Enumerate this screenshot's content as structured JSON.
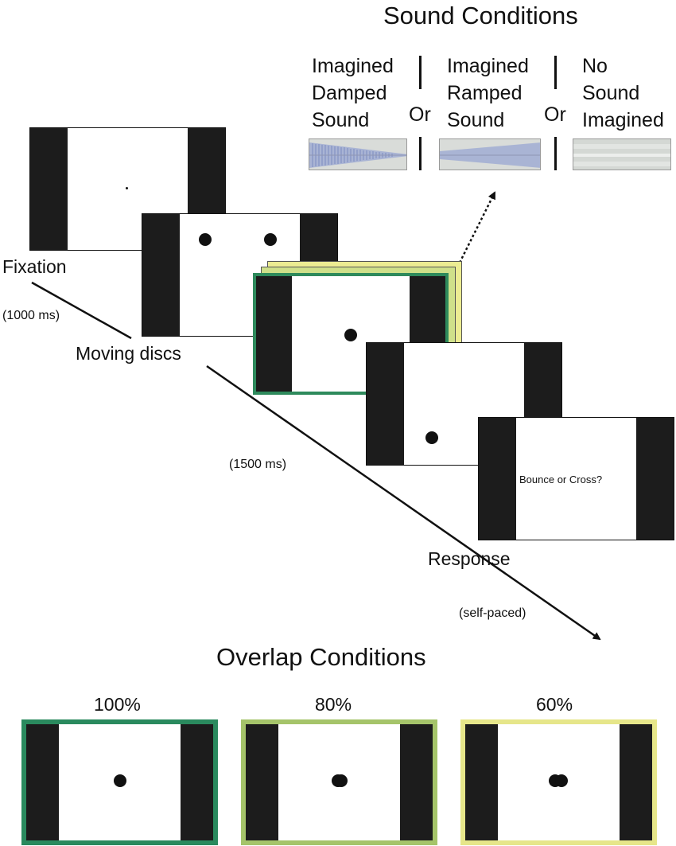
{
  "sound": {
    "title": "Sound Conditions",
    "conditions": [
      {
        "line1": "Imagined",
        "line2": "Damped",
        "line3": "Sound"
      },
      {
        "line1": "Imagined",
        "line2": "Ramped",
        "line3": "Sound"
      },
      {
        "line1": "No",
        "line2": "Sound",
        "line3": "Imagined"
      }
    ],
    "or_label": "Or"
  },
  "sequence": {
    "fixation_label": "Fixation",
    "fixation_time": "(1000 ms)",
    "moving_label": "Moving discs",
    "moving_time": "(1500 ms)",
    "response_label": "Response",
    "response_time": "(self-paced)",
    "prompt_text": "Bounce or Cross?"
  },
  "overlap": {
    "title": "Overlap Conditions",
    "conditions": [
      {
        "label": "100%",
        "border_color": "#2a8a5e"
      },
      {
        "label": "80%",
        "border_color": "#a5c46a"
      },
      {
        "label": "60%",
        "border_color": "#e6e68a"
      }
    ]
  },
  "colors": {
    "stack_green": "#2e8a5c",
    "stack_light": "#cfe08a",
    "stack_yellow": "#ecec92",
    "bar": "#1c1c1c"
  }
}
